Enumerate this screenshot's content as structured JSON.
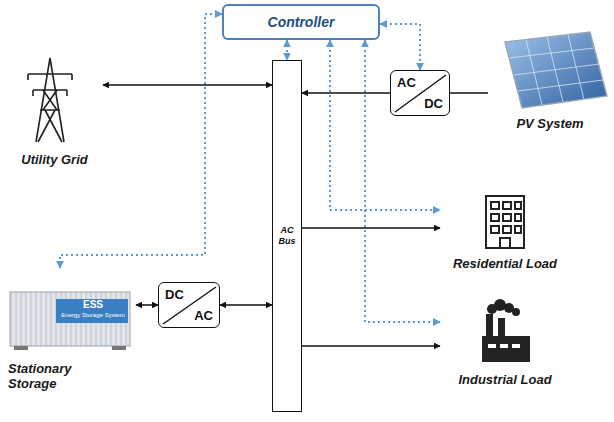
{
  "diagram": {
    "nodes": [
      {
        "text": [
          "Controller"
        ]
      },
      {
        "text": [
          "AC Bus"
        ]
      },
      {
        "text": [
          "Utility Grid"
        ]
      },
      {
        "text": [
          "PV System"
        ]
      },
      {
        "text": [
          "AC",
          "DC"
        ]
      },
      {
        "text": [
          "Residential Load"
        ]
      },
      {
        "text": [
          "Industrial Load"
        ]
      },
      {
        "text": [
          "DC",
          "AC"
        ]
      },
      {
        "text": [
          "ESS",
          "Energy Storage System",
          "Stationary Storage"
        ]
      }
    ],
    "edges": [
      {
        "from": 1,
        "to": 2,
        "arrow": "both"
      },
      {
        "from": 3,
        "to": 4,
        "arrow": "none"
      },
      {
        "from": 4,
        "to": 1,
        "arrow": "to"
      },
      {
        "from": 1,
        "to": 5,
        "arrow": "to"
      },
      {
        "from": 1,
        "to": 6,
        "arrow": "to"
      },
      {
        "from": 8,
        "to": 7,
        "arrow": "both"
      },
      {
        "from": 7,
        "to": 1,
        "arrow": "both"
      },
      {
        "from": 0,
        "to": 1,
        "arrow": "both"
      },
      {
        "from": 0,
        "to": 8,
        "arrow": "both"
      },
      {
        "from": 0,
        "to": 4,
        "arrow": "both"
      },
      {
        "from": 0,
        "to": 5,
        "arrow": "both"
      },
      {
        "from": 0,
        "to": 6,
        "arrow": "both"
      }
    ]
  }
}
